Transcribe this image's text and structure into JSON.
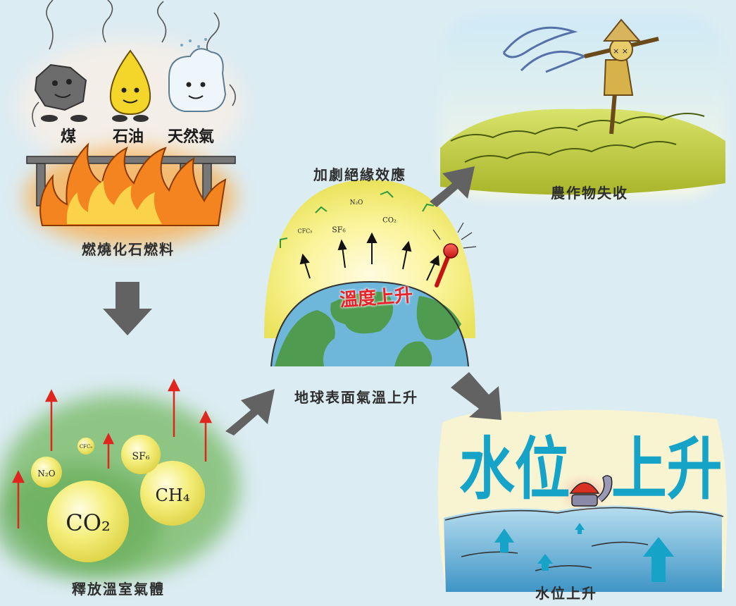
{
  "fuels": {
    "coal": "煤",
    "oil": "石油",
    "gas": "天然氣"
  },
  "labels": {
    "burn": "燃燒化石燃料",
    "release": "釋放溫室氣體",
    "enhance": "加劇絕緣效應",
    "surface": "地球表面氣溫上升",
    "crops": "農作物失收",
    "water_rise": "水位上升"
  },
  "globe": {
    "temp_text": "溫度上升",
    "gases": [
      "N₂O",
      "CFC₅",
      "SF₆",
      "CO₂"
    ]
  },
  "greenhouse_gases": {
    "co2": "CO₂",
    "ch4": "CH₄",
    "sf6": "SF₆",
    "n2o": "N₂O",
    "cfc": "CFC₅"
  },
  "water_panel": {
    "left": "水位",
    "right": "上升"
  },
  "colors": {
    "background": "#dcecf3",
    "arrow_gray": "#626262",
    "fire_orange": "#f3841f",
    "gas_yellow": "#f4ee7a",
    "globe_green": "#4f9b50",
    "ocean_blue": "#6fb7da",
    "water_text": "#16a3c8",
    "heat_red": "#e8222a"
  }
}
